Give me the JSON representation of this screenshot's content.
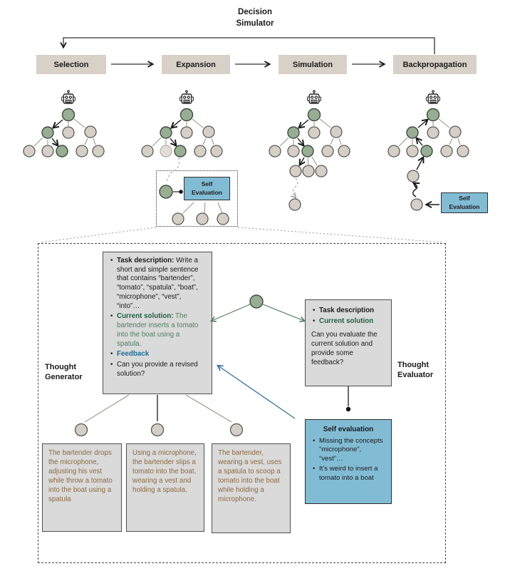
{
  "title": {
    "line1": "Decision",
    "line2": "Simulator"
  },
  "stages": [
    {
      "label": "Selection"
    },
    {
      "label": "Expansion"
    },
    {
      "label": "Simulation"
    },
    {
      "label": "Backpropagation"
    }
  ],
  "self_evaluation_box": {
    "line1": "Self",
    "line2": "Evaluation"
  },
  "trees": [
    {
      "stage": "Selection",
      "levels": [
        [
          "green"
        ],
        [
          "green",
          "gray",
          "gray"
        ],
        [
          "gray",
          "gray",
          "green",
          "gray",
          "gray"
        ]
      ]
    },
    {
      "stage": "Expansion",
      "levels": [
        [
          "green"
        ],
        [
          "green",
          "gray",
          "gray"
        ],
        [
          "gray",
          "faded",
          "green",
          "gray",
          "gray"
        ]
      ],
      "expanded": {
        "node": "green",
        "children": [
          "gray",
          "gray",
          "gray"
        ]
      }
    },
    {
      "stage": "Simulation",
      "levels": [
        [
          "green"
        ],
        [
          "green",
          "gray",
          "gray"
        ],
        [
          "gray",
          "gray",
          "green",
          "gray",
          "gray"
        ],
        [
          "gray",
          "gray",
          "gray"
        ],
        [
          "gray"
        ]
      ]
    },
    {
      "stage": "Backpropagation",
      "levels": [
        [
          "green"
        ],
        [
          "green",
          "gray",
          "gray"
        ],
        [
          "gray",
          "gray",
          "green",
          "gray",
          "gray"
        ],
        [
          "gray"
        ],
        [
          "gray"
        ]
      ]
    }
  ],
  "detail": {
    "generator_label": {
      "line1": "Thought",
      "line2": "Generator"
    },
    "evaluator_label": {
      "line1": "Thought",
      "line2": "Evaluator"
    },
    "generator_prompt": {
      "task_label": "Task description:",
      "task_text": " Write a short and simple sentence that contains “bartender”, “tomato”, “spatula”, “boat”, “microphone”, “vest”, “into”…",
      "solution_label": "Current solution:",
      "solution_text": " The bartender inserts a tomato into the boat using a spatula.",
      "feedback_label": "Feedback",
      "revise_text": "Can you provide a revised solution?"
    },
    "evaluator_prompt": {
      "task_label": "Task description",
      "solution_label": "Current solution",
      "question": "Can you evaluate the current solution and provide some feedback?"
    },
    "self_evaluation": {
      "title": "Self evaluation",
      "bullets": [
        "Missing the concepts “microphone”, “vest”…",
        "It’s weird to insert a tomato into a boat"
      ]
    },
    "solutions": [
      "The bartender drops the microphone, adjusting his vest while throw a tomato into the boat using a spatula",
      "Using a microphone, the bartender slips a tomato into the boat, wearing a vest and holding a spatula.",
      "The bartender, wearing a vest, uses a spatula to scoop a tomato into the boat while holding a microphone."
    ]
  },
  "colors": {
    "stage_box_bg": "#d7d1c7",
    "node_green": "#97ae93",
    "node_gray": "#d6cfc6",
    "node_faded": "#e2ddd6",
    "eval_blue_bg": "#82bcd4",
    "panel_gray_bg": "#dadada",
    "green_label": "#1e5f41",
    "green_text": "#4e7f60",
    "blue_label": "#1f6e96",
    "brown_text": "#8c6a41",
    "green_arrow": "#4f7d5f",
    "blue_arrow": "#35719b"
  }
}
